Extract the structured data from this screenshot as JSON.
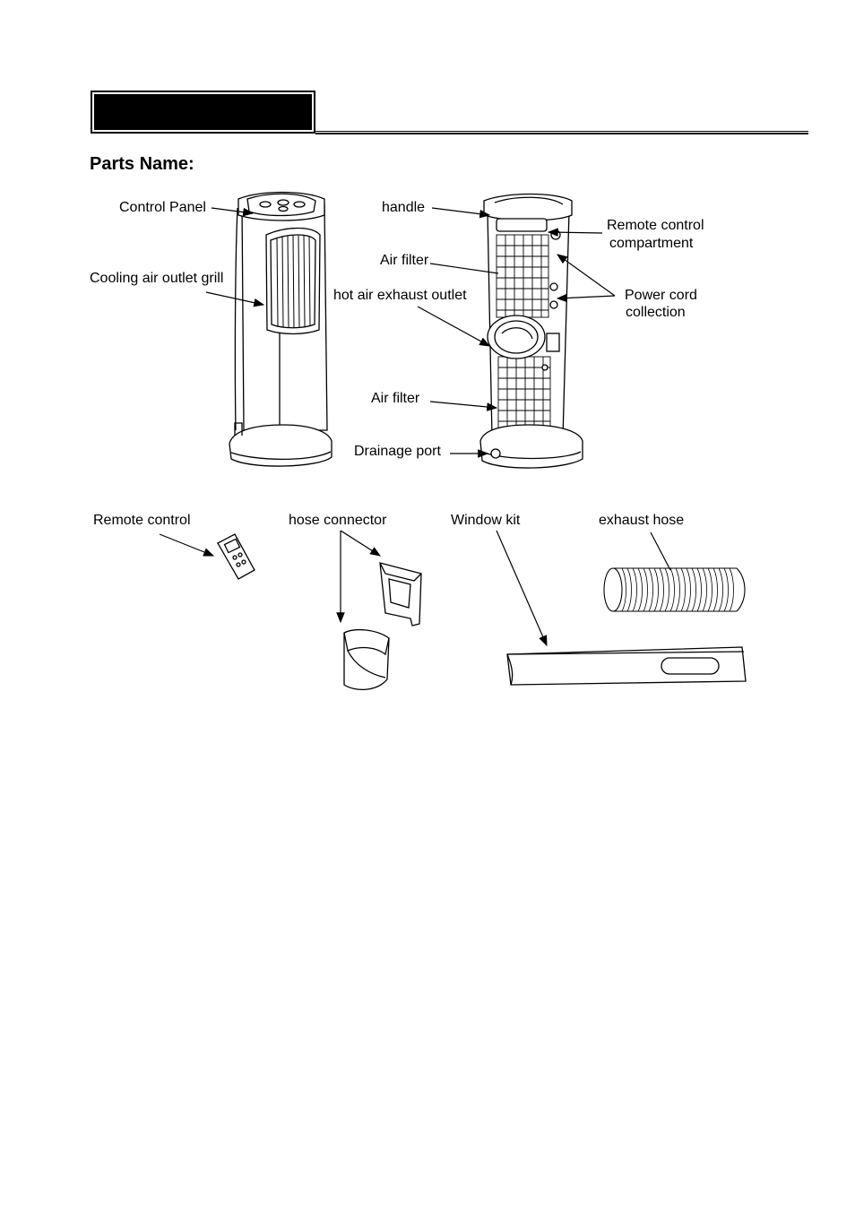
{
  "section_title": "Parts Name:",
  "labels": {
    "control_panel": "Control Panel",
    "cooling_grill": "Cooling air outlet grill",
    "handle": "handle",
    "remote_compartment_1": "Remote control",
    "remote_compartment_2": "compartment",
    "air_filter_top": "Air filter",
    "hot_air_exhaust": "hot air exhaust outlet",
    "power_cord_1": "Power cord",
    "power_cord_2": "collection",
    "air_filter_bottom": "Air filter",
    "drainage_port": "Drainage port",
    "remote_control": "Remote control",
    "hose_connector": "hose connector",
    "window_kit": "Window kit",
    "exhaust_hose": "exhaust hose"
  }
}
